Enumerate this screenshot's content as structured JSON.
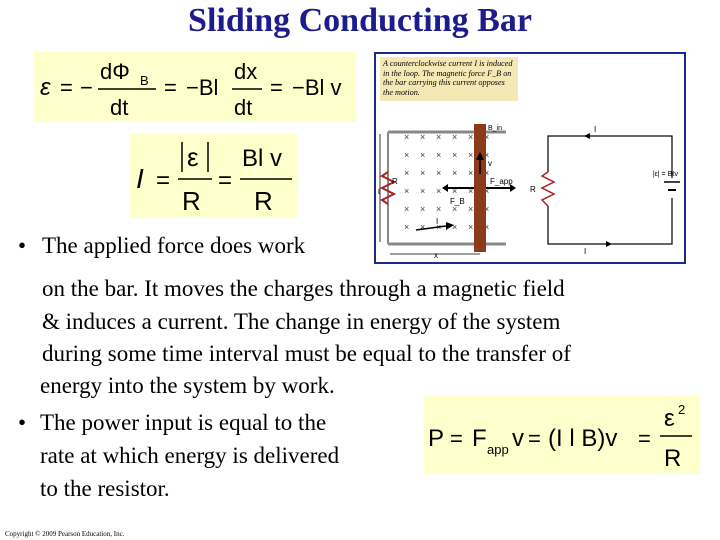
{
  "title": "Sliding Conducting Bar",
  "equations": {
    "emf": {
      "lhs": "ε",
      "minus": "−",
      "d_num": "dΦ",
      "d_sub": "B",
      "dt": "dt",
      "eq": "=",
      "mid": "−Bl",
      "dx": "dx",
      "rhs": "−Bl v"
    },
    "current": {
      "lhs": "I",
      "eq": "=",
      "eps": "ε",
      "R": "R",
      "blv": "Bl v"
    },
    "power": {
      "lhs": "P",
      "eq": "=",
      "F": "F",
      "F_sub": "app",
      "v": "v",
      "mid": "(I l B)v",
      "eps2": "ε",
      "exp": "2",
      "R": "R"
    }
  },
  "figure": {
    "caption": "A counterclockwise current I is induced in the loop. The magnetic force F_B on the bar carrying this current opposes the motion.",
    "labels": {
      "B_in": "B_in",
      "R": "R",
      "ell": "ℓ",
      "x": "x",
      "I": "I",
      "v": "v",
      "F_B": "F_B",
      "F_app": "F_app",
      "emf": "|ε| = Bℓv"
    }
  },
  "bullets": [
    {
      "lines": [
        "The applied force does work",
        "on the bar. It moves the charges through a magnetic field",
        "& induces a current. The change in energy of the system",
        "during some time interval must be equal to the transfer of",
        "energy into the system by work."
      ]
    },
    {
      "lines": [
        "The power input is equal to the",
        "rate at which energy is delivered",
        "to the resistor."
      ]
    }
  ],
  "bullet_symbol": "•",
  "copyright": "Copyright © 2009 Pearson Education, Inc."
}
